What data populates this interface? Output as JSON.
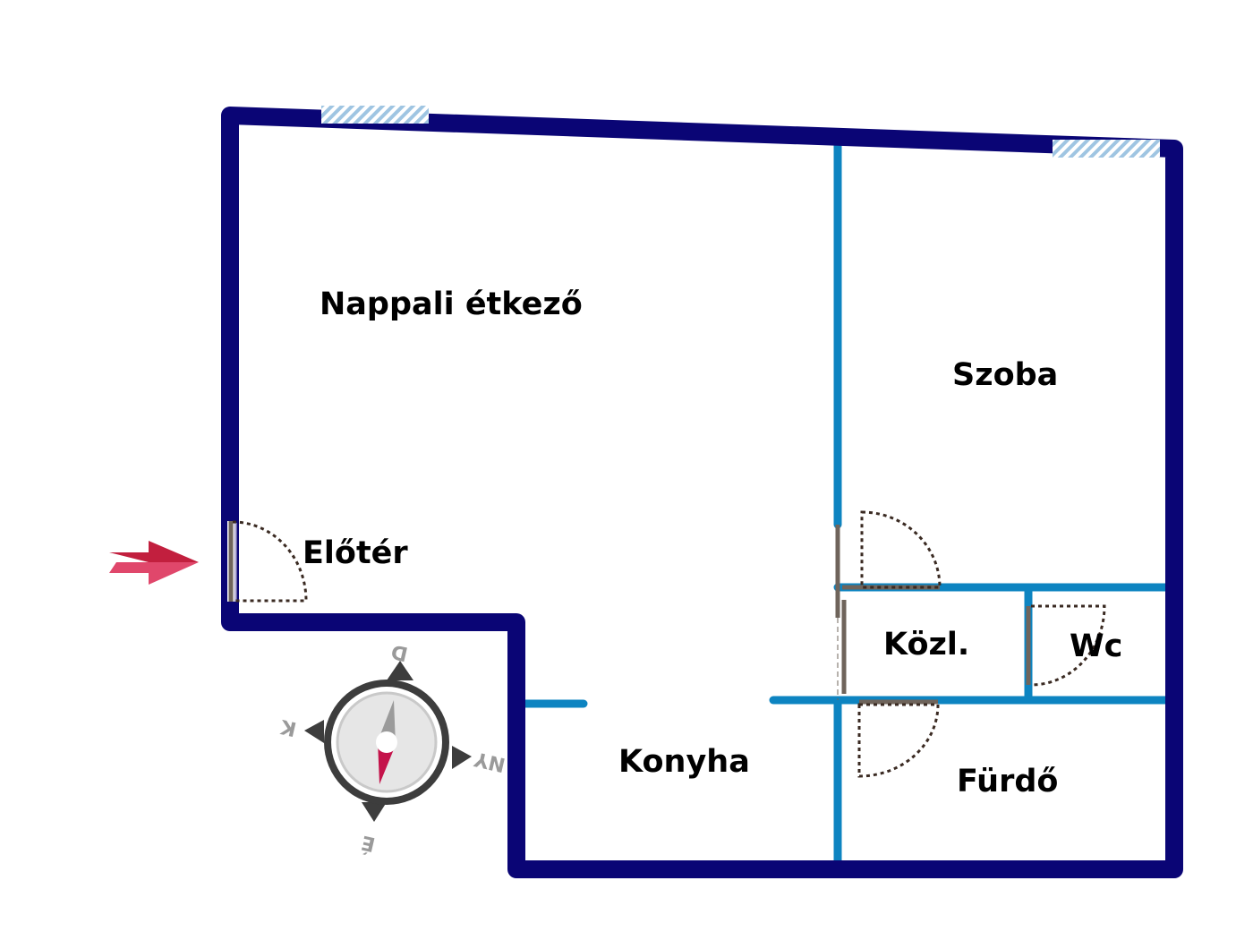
{
  "colors": {
    "outer_wall": "#0a0575",
    "inner_wall": "#0d84c1",
    "window_fill": "#9fc5e2",
    "door_frame": "#6f645b",
    "door_swing": "#3a2a22",
    "entrance_arrow_dark": "#c21f3e",
    "entrance_arrow_light": "#e0476b",
    "compass_ring": "#3d3d3d",
    "compass_face": "#e6e6e6",
    "compass_needle_north": "#9b9b9b",
    "compass_needle_south": "#c4134a",
    "compass_letters": "#9a9a9a",
    "label": "#000000"
  },
  "rooms": {
    "living_dining": "Nappali étkező",
    "bedroom": "Szoba",
    "hall": "Előtér",
    "corridor": "Közl.",
    "toilet": "Wc",
    "kitchen": "Konyha",
    "bathroom": "Fürdő"
  },
  "compass": {
    "north": "É",
    "south": "D",
    "east": "K",
    "west": "NY"
  },
  "icons": {
    "entrance": "entrance-arrow-icon",
    "compass": "compass-icon"
  }
}
